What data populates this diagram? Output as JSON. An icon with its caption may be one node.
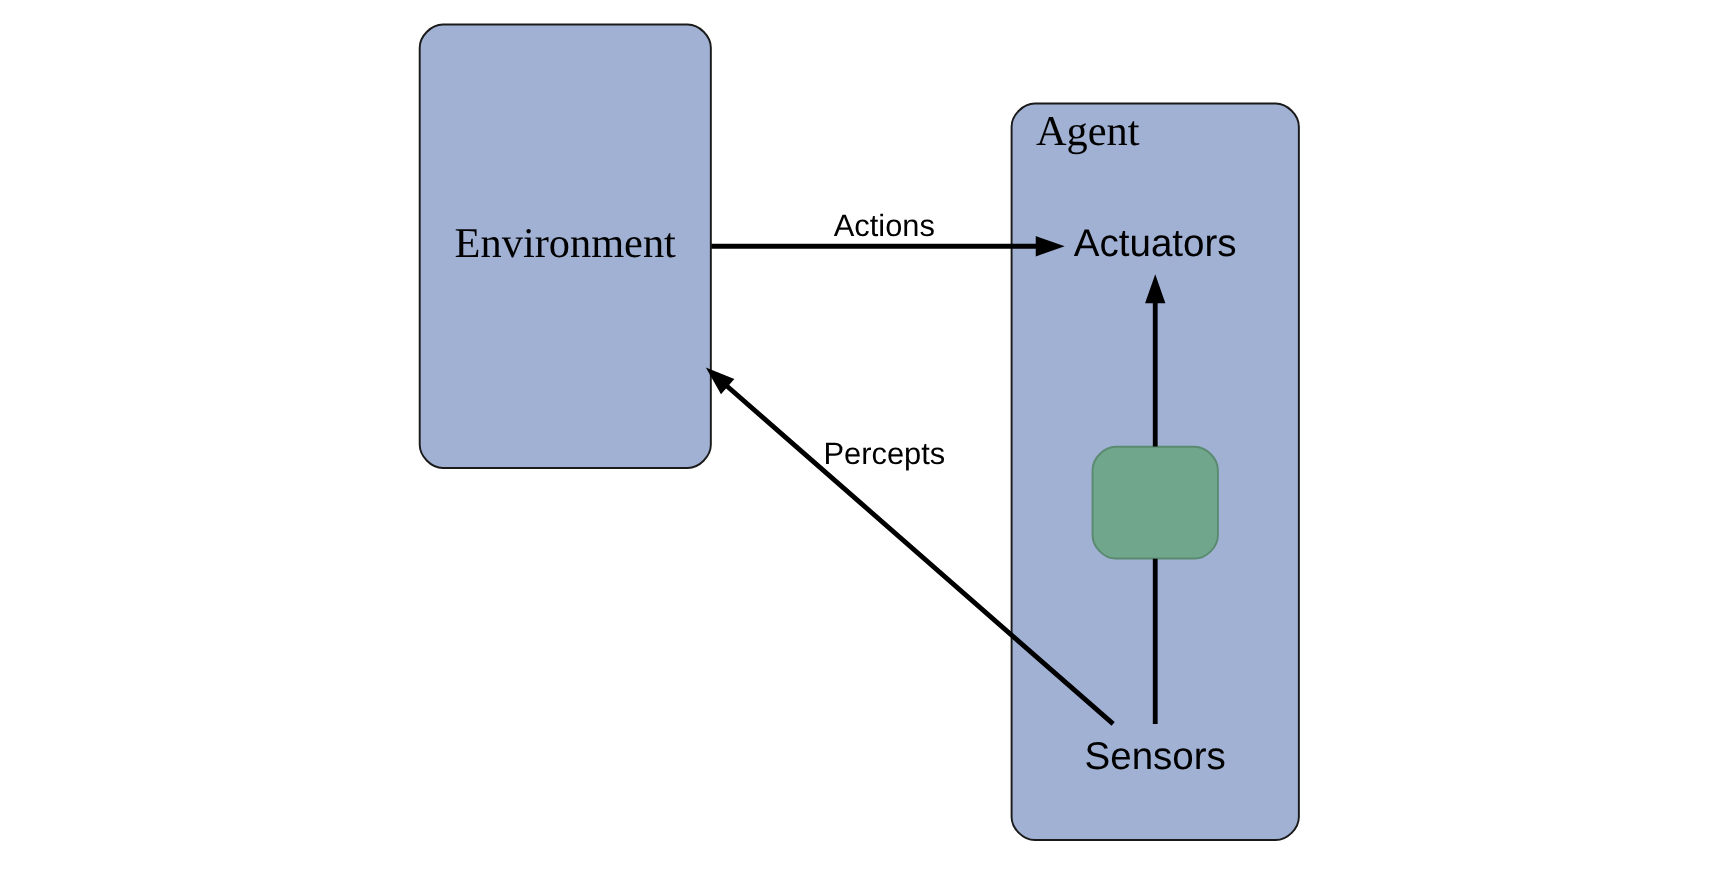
{
  "diagram": {
    "nodes": [
      {
        "text": [
          "Environment"
        ]
      },
      {
        "text": [
          "Agent"
        ]
      },
      {
        "text": [
          "Sensors"
        ],
        "in": 1
      },
      {
        "text": [],
        "shape": "box",
        "in": 1
      },
      {
        "text": [
          "Actuators"
        ],
        "in": 1
      }
    ],
    "edges": [
      {
        "from": 2,
        "to": 0,
        "arrow": "to",
        "label": "Percepts"
      },
      {
        "from": 0,
        "to": 4,
        "arrow": "to",
        "label": "Actions"
      },
      {
        "from": 2,
        "to": 3,
        "arrow": "none"
      },
      {
        "from": 3,
        "to": 4,
        "arrow": "to"
      }
    ]
  }
}
